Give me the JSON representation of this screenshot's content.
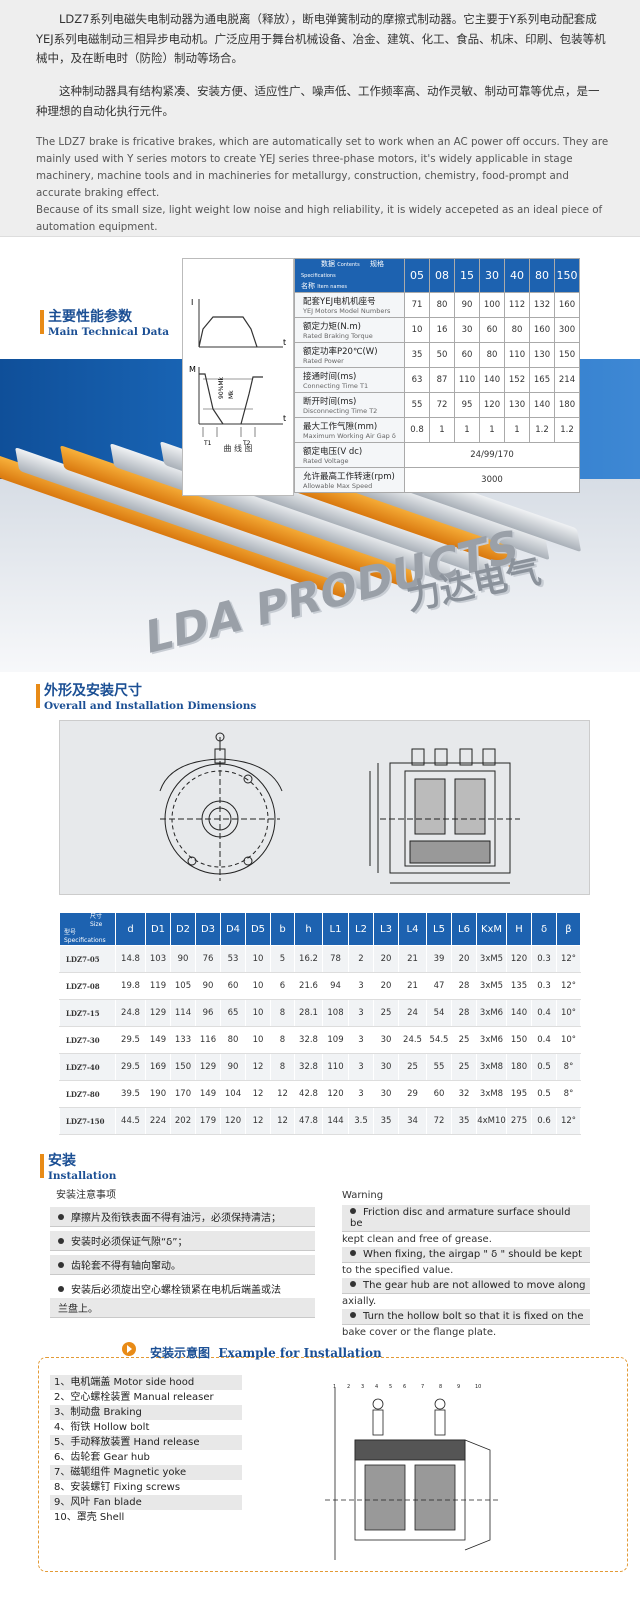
{
  "intro": {
    "cn_p1": "LDZ7系列电磁失电制动器为通电脱离（释放），断电弹簧制动的摩擦式制动器。它主要于Y系列电动配套成YEJ系列电磁制动三相异步电动机。广泛应用于舞台机械设备、冶金、建筑、化工、食品、机床、印刷、包装等机械中，及在断电时（防险）制动等场合。",
    "cn_p2": "这种制动器具有结构紧凑、安装方便、适应性广、噪声低、工作频率高、动作灵敏、制动可靠等优点，是一种理想的自动化执行元件。",
    "en_p1": "The LDZ7 brake is fricative brakes, which are automatically set to work when an AC power off occurs. They are mainly used with Y series motors to create YEJ series three-phase motors, it's widely applicable in stage machinery, machine tools and in machineries for metallurgy, construction, chemistry, food-prompt and accurate braking effect.",
    "en_p2": "Because of its small size, light weight low noise and high reliability, it is widely accepeted as an ideal piece of automation equipment."
  },
  "tech": {
    "title_cn": "主要性能参数",
    "title_en": "Main Technical Data",
    "curve_caption": "曲 线 图",
    "curve_labels": {
      "i": "I",
      "t": "t",
      "m": "M",
      "t1": "T1",
      "t2": "T2",
      "mk": "Mk",
      "mj": "90%Mk"
    },
    "header_left_cn": "名称",
    "header_left_en": "Item names",
    "header_mid_cn": "数据",
    "header_mid_en": "Contents",
    "header_right_cn": "规格",
    "header_right_en": "Specifications",
    "sizes": [
      "05",
      "08",
      "15",
      "30",
      "40",
      "80",
      "150"
    ],
    "rows": [
      {
        "cn": "配套YEJ电机机座号",
        "en": "YEJ Motors Model Numbers",
        "vals": [
          "71",
          "80",
          "90",
          "100",
          "112",
          "132",
          "160"
        ]
      },
      {
        "cn": "额定力矩(N.m)",
        "en": "Rated Braking Torque",
        "vals": [
          "10",
          "16",
          "30",
          "60",
          "80",
          "160",
          "300"
        ]
      },
      {
        "cn": "额定功率P20℃(W)",
        "en": "Rated Power",
        "vals": [
          "35",
          "50",
          "60",
          "80",
          "110",
          "130",
          "150"
        ]
      },
      {
        "cn": "接通时间(ms)",
        "en": "Connecting Time T1",
        "vals": [
          "63",
          "87",
          "110",
          "140",
          "152",
          "165",
          "214"
        ]
      },
      {
        "cn": "断开时间(ms)",
        "en": "Disconnecting Time T2",
        "vals": [
          "55",
          "72",
          "95",
          "120",
          "130",
          "140",
          "180"
        ]
      },
      {
        "cn": "最大工作气隙(mm)",
        "en": "Maximum Working Air Gap δ",
        "vals": [
          "0.8",
          "1",
          "1",
          "1",
          "1",
          "1.2",
          "1.2"
        ]
      }
    ],
    "voltage": {
      "cn": "额定电压(V dc)",
      "en": "Rated Voltage",
      "val": "24/99/170"
    },
    "speed": {
      "cn": "允许最高工作转速(rpm)",
      "en": "Allowable Max Speed",
      "val": "3000"
    }
  },
  "hero": {
    "brand_en": "LDA PRODUCTS",
    "brand_cn": "力达电气"
  },
  "dims": {
    "title_cn": "外形及安装尺寸",
    "title_en": "Overall and Installation Dimensions",
    "corner_top": "尺寸",
    "corner_top_en": "Size",
    "corner_bot": "型号",
    "corner_bot_en": "Specifications",
    "headers": [
      "d",
      "D1",
      "D2",
      "D3",
      "D4",
      "D5",
      "b",
      "h",
      "L1",
      "L2",
      "L3",
      "L4",
      "L5",
      "L6",
      "KxM",
      "H",
      "δ",
      "β"
    ],
    "rows": [
      {
        "model": "LDZ7-05",
        "vals": [
          "14.8",
          "103",
          "90",
          "76",
          "53",
          "10",
          "5",
          "16.2",
          "78",
          "2",
          "20",
          "21",
          "39",
          "20",
          "3xM5",
          "120",
          "0.3",
          "12°"
        ]
      },
      {
        "model": "LDZ7-08",
        "vals": [
          "19.8",
          "119",
          "105",
          "90",
          "60",
          "10",
          "6",
          "21.6",
          "94",
          "3",
          "20",
          "21",
          "47",
          "28",
          "3xM5",
          "135",
          "0.3",
          "12°"
        ]
      },
      {
        "model": "LDZ7-15",
        "vals": [
          "24.8",
          "129",
          "114",
          "96",
          "65",
          "10",
          "8",
          "28.1",
          "108",
          "3",
          "25",
          "24",
          "54",
          "28",
          "3xM6",
          "140",
          "0.4",
          "10°"
        ]
      },
      {
        "model": "LDZ7-30",
        "vals": [
          "29.5",
          "149",
          "133",
          "116",
          "80",
          "10",
          "8",
          "32.8",
          "109",
          "3",
          "30",
          "24.5",
          "54.5",
          "25",
          "3xM6",
          "150",
          "0.4",
          "10°"
        ]
      },
      {
        "model": "LDZ7-40",
        "vals": [
          "29.5",
          "169",
          "150",
          "129",
          "90",
          "12",
          "8",
          "32.8",
          "110",
          "3",
          "30",
          "25",
          "55",
          "25",
          "3xM8",
          "180",
          "0.5",
          "8°"
        ]
      },
      {
        "model": "LDZ7-80",
        "vals": [
          "39.5",
          "190",
          "170",
          "149",
          "104",
          "12",
          "12",
          "42.8",
          "120",
          "3",
          "30",
          "29",
          "60",
          "32",
          "3xM8",
          "195",
          "0.5",
          "8°"
        ]
      },
      {
        "model": "LDZ7-150",
        "vals": [
          "44.5",
          "224",
          "202",
          "179",
          "120",
          "12",
          "12",
          "47.8",
          "144",
          "3.5",
          "35",
          "34",
          "72",
          "35",
          "4xM10",
          "275",
          "0.6",
          "12°"
        ]
      }
    ]
  },
  "install": {
    "title_cn": "安装",
    "title_en": "Installation",
    "notes_cn_title": "安装注意事项",
    "notes_cn": [
      "摩擦片及衔铁表面不得有油污，必须保持清洁；",
      "安装时必须保证气隙“δ”；",
      "齿轮套不得有轴向窜动。",
      "安装后必须旋出空心螺栓锁紧在电机后端盖或法",
      "兰盘上。"
    ],
    "notes_en_title": "Warning",
    "notes_en": [
      "Friction disc and armature surface should be",
      "kept clean and free of grease.",
      "When fixing, the airgap \" δ \" should be kept",
      "to the specified value.",
      "The gear hub are not allowed to move along",
      "axially.",
      "Turn the hollow bolt so that it is fixed on the",
      "bake cover or the flange plate."
    ]
  },
  "example": {
    "title_cn": "安装示意图",
    "title_en": "Example for Installation",
    "parts": [
      "1、电机端盖   Motor side hood",
      "2、空心螺栓装置   Manual releaser",
      "3、制动盘   Braking",
      "4、衔铁   Hollow bolt",
      "5、手动释放装置   Hand release",
      "6、齿轮套   Gear hub",
      "7、磁轭组件   Magnetic yoke",
      "8、安装螺钉   Fixing screws",
      "9、风叶   Fan blade",
      "10、罩壳   Shell"
    ],
    "numbers": [
      "1",
      "2",
      "3",
      "4",
      "5",
      "6",
      "7",
      "8",
      "9",
      "10"
    ]
  },
  "colors": {
    "accent_blue": "#1d62b0",
    "accent_orange": "#e88b17",
    "intro_bg": "#eeeeee"
  }
}
